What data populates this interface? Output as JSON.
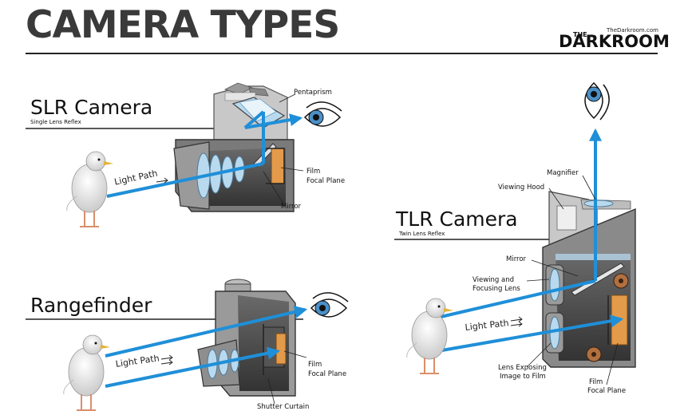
{
  "header": {
    "title": "CAMERA TYPES",
    "brand_url": "TheDarkroom.com",
    "brand_the": "THE",
    "brand_name": "DARKROOM"
  },
  "slr": {
    "title": "SLR Camera",
    "subtitle": "Single Lens Reflex",
    "labels": {
      "pentaprism": "Pentaprism",
      "light_path": "Light Path",
      "film": "Film",
      "focal_plane": "Focal Plane",
      "mirror": "Mirror"
    }
  },
  "rangefinder": {
    "title": "Rangefinder",
    "labels": {
      "light_path": "Light Path",
      "film": "Film",
      "focal_plane": "Focal Plane",
      "shutter_curtain": "Shutter Curtain"
    }
  },
  "tlr": {
    "title": "TLR Camera",
    "subtitle": "Twin Lens Reflex",
    "labels": {
      "magnifier": "Magnifier",
      "viewing_hood": "Viewing Hood",
      "mirror": "Mirror",
      "viewing_lens_1": "Viewing and",
      "viewing_lens_2": "Focusing Lens",
      "light_path": "Light Path",
      "exposing_1": "Lens Exposing",
      "exposing_2": "Image to Film",
      "film": "Film",
      "focal_plane": "Focal Plane"
    }
  },
  "colors": {
    "light_path": "#1f8fd8",
    "film": "#e39a4a",
    "body": "#8a8a8a",
    "lens": "#b9d9ee"
  }
}
